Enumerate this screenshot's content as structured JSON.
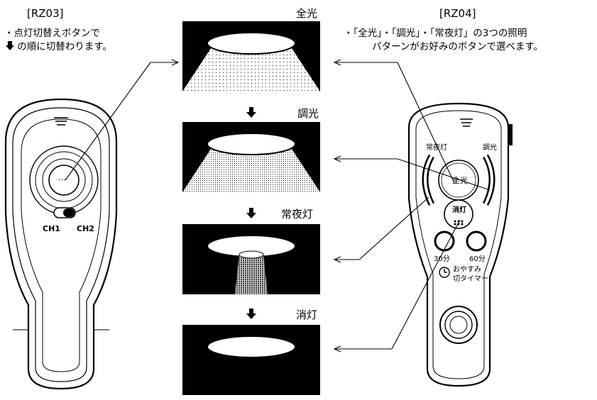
{
  "left_remote": {
    "model": "[RZ03]",
    "desc_line1": "・点灯切替えボタンで",
    "desc_line2": "の順に切替わります。",
    "button_label": "…",
    "switch_left": "CH1",
    "switch_right": "CH2"
  },
  "right_remote": {
    "model": "[RZ04]",
    "desc_line1": "・「全光」・「調光」・「常夜灯」の3つの照明",
    "desc_line2": "パターンがお好みのボタンで選べます。",
    "label_night": "常夜灯",
    "label_dim": "調光",
    "label_full": "全光",
    "label_off": "消灯",
    "label_30": "30分",
    "label_60": "60分",
    "timer_line1": "おやすみ",
    "timer_line2": "切タイマー"
  },
  "modes": [
    {
      "label": "全光"
    },
    {
      "label": "調光"
    },
    {
      "label": "常夜灯"
    },
    {
      "label": "消灯"
    }
  ]
}
